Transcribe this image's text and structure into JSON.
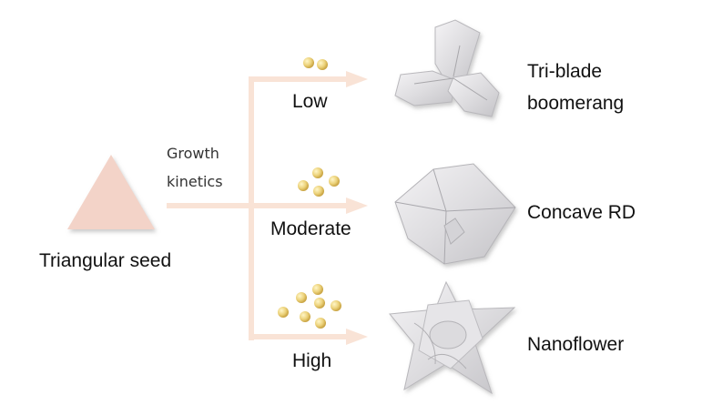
{
  "seed": {
    "label": "Triangular seed",
    "color": "#f3d3c8"
  },
  "process": {
    "label_line1": "Growth",
    "label_line2": "kinetics"
  },
  "arrow_color": "#f9e3d6",
  "precursor_color": "#ecd27a",
  "branches": [
    {
      "rate": "Low",
      "precursor_count": 2,
      "product_line1": "Tri-blade",
      "product_line2": "boomerang"
    },
    {
      "rate": "Moderate",
      "precursor_count": 4,
      "product_line1": "Concave RD",
      "product_line2": ""
    },
    {
      "rate": "High",
      "precursor_count": 7,
      "product_line1": "Nanoflower",
      "product_line2": ""
    }
  ]
}
